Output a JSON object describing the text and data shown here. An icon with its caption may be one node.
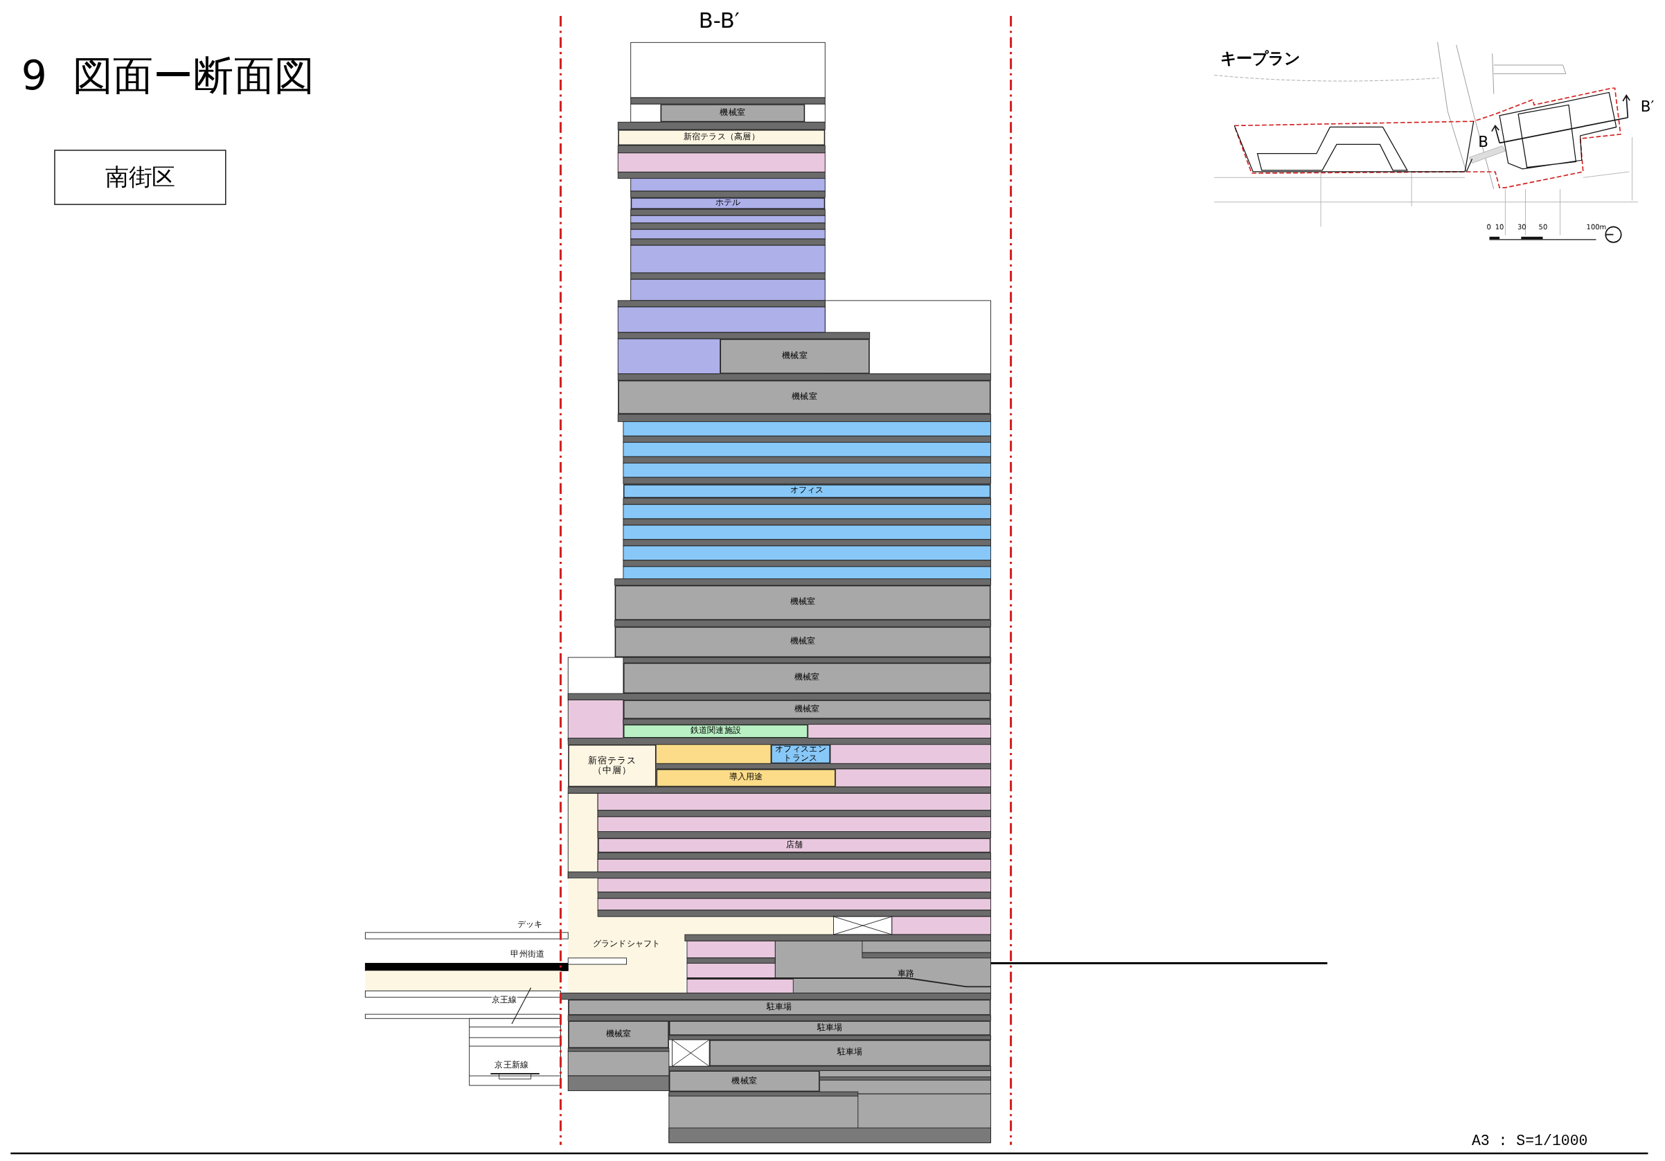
{
  "diagram": {
    "title": "9 図面ー断面図",
    "nodes": [
      {
        "text": [
          "南街区"
        ]
      },
      {
        "text": [
          "機械室"
        ]
      },
      {
        "text": [
          "新宿テラス（高層）"
        ]
      },
      {
        "text": [
          "ホテル"
        ]
      },
      {
        "text": [
          "機械室"
        ]
      },
      {
        "text": [
          "機械室"
        ]
      },
      {
        "text": [
          "オフィス"
        ]
      },
      {
        "text": [
          "機械室"
        ]
      },
      {
        "text": [
          "機械室"
        ]
      },
      {
        "text": [
          "機械室"
        ]
      },
      {
        "text": [
          "機械室"
        ]
      },
      {
        "text": [
          "鉄道関連施設"
        ]
      },
      {
        "text": [
          "新宿テラス（中層）"
        ]
      },
      {
        "text": [
          "導入用途"
        ]
      },
      {
        "text": [
          "オフィスエントランス"
        ]
      },
      {
        "text": [
          "店舗"
        ]
      },
      {
        "text": [
          "駐車場"
        ]
      },
      {
        "text": [
          "駐車場"
        ]
      },
      {
        "text": [
          "駐車場"
        ]
      },
      {
        "text": [
          "機械室"
        ]
      },
      {
        "text": [
          "機械室"
        ]
      }
    ],
    "labels": [
      "B-B′",
      "キープラン",
      "B′",
      "B",
      "0",
      "10",
      "30",
      "50",
      "100m",
      "デッキ",
      "グランドシャフト",
      "甲州街道",
      "車路",
      "京王線",
      "京王新線",
      "A3 : S=1/1000"
    ]
  }
}
